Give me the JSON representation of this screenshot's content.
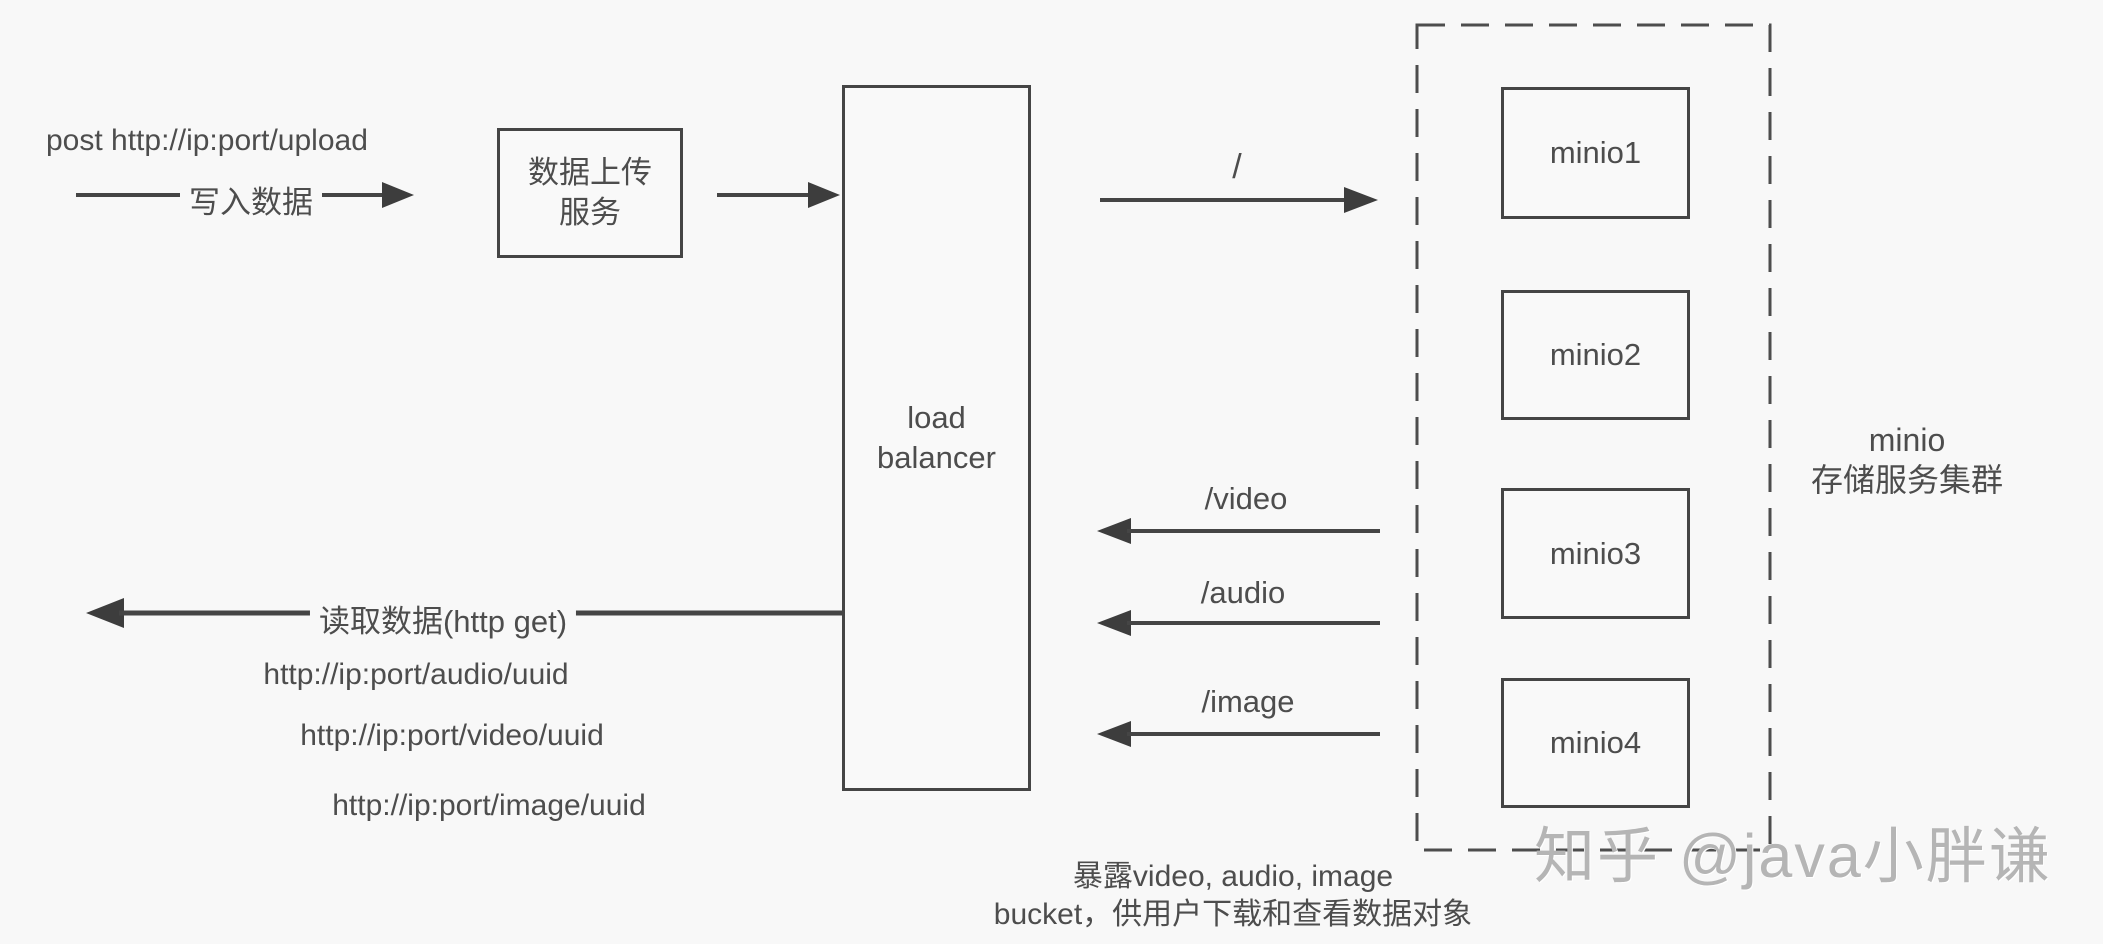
{
  "diagram": {
    "background_color": "#f8f8f8",
    "line_color": "#454545",
    "text_color": "#4d4d4d",
    "watermark_color": "#b5b5b5"
  },
  "upload_flow": {
    "post_url": "post http://ip:port/upload",
    "write_label": "写入数据",
    "service_box": {
      "line1": "数据上传",
      "line2": "服务"
    }
  },
  "load_balancer": {
    "line1": "load",
    "line2": "balancer"
  },
  "routes": {
    "root": "/",
    "read": [
      "/video",
      "/audio",
      "/image"
    ]
  },
  "read_flow": {
    "arrow_label": "读取数据(http get)",
    "urls": [
      "http://ip:port/audio/uuid",
      "http://ip:port/video/uuid",
      "http://ip:port/image/uuid"
    ]
  },
  "cluster": {
    "nodes": [
      "minio1",
      "minio2",
      "minio3",
      "minio4"
    ],
    "label": {
      "line1": "minio",
      "line2": "存储服务集群"
    }
  },
  "footnote": {
    "line1": "暴露video, audio, image",
    "line2": "bucket，供用户下载和查看数据对象"
  },
  "watermark": "知乎 @java小胖谦"
}
